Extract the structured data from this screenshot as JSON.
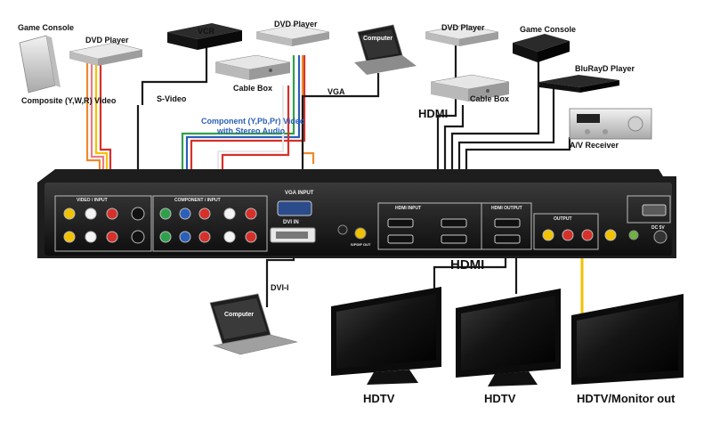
{
  "sources": {
    "game_console_left": "Game Console",
    "dvd_player_left": "DVD Player",
    "composite_video": "Composite (Y,W,R) Video",
    "vcr": "VCR",
    "s_video": "S-Video",
    "dvd_player_mid": "DVD Player",
    "cable_box_mid": "Cable Box",
    "component_video": "Component (Y,Pb,Pr) Video",
    "stereo_audio": "with Stereo Audio",
    "computer_top": "Computer",
    "vga": "VGA",
    "dvd_player_right": "DVD Player",
    "cable_box_right": "Cable Box",
    "hdmi_top": "HDMI",
    "game_console_right": "Game Console",
    "bluray_player": "BluRayD Player",
    "av_receiver": "A/V Receiver"
  },
  "unit": {
    "vga_input": "VGA INPUT",
    "dvi_in": "DVI IN",
    "hdmi_input": "HDMI INPUT",
    "hdmi_output": "HDMI OUTPUT",
    "component_input": "COMPONENT / INPUT",
    "video_input": "VIDEO / INPUT",
    "output": "OUTPUT",
    "spdif_out": "S/PDIF OUT",
    "dc_5v": "DC 5V"
  },
  "outputs": {
    "dvi_i": "DVI-I",
    "computer_bottom": "Computer",
    "hdmi_bottom": "HDMI",
    "hdtv_1": "HDTV",
    "hdtv_2": "HDTV",
    "hdtv_3": "HDTV/Monitor out"
  },
  "colors": {
    "cable_black": "#1a1a1a",
    "cable_yellow": "#f2c200",
    "cable_red": "#d6302a",
    "cable_white": "#e8e8e8",
    "cable_green": "#2fa04a",
    "cable_blue": "#2b5fb8",
    "cable_orange": "#ee8a2a",
    "cable_pink": "#e77b8b",
    "unit_body": "#1d1d1d",
    "tv_body": "#111111"
  }
}
